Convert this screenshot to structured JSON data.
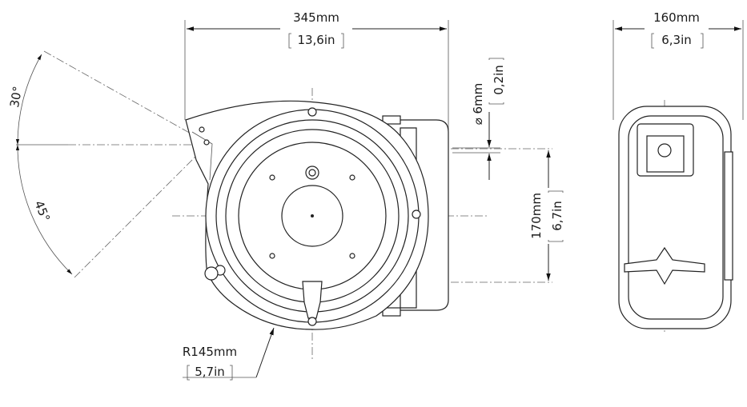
{
  "dimensions": {
    "width": {
      "mm": "345mm",
      "in": "13,6in"
    },
    "depth": {
      "mm": "160mm",
      "in": "6,3in"
    },
    "hose_diameter": {
      "mm": "⌀ 6mm",
      "in": "0,2in"
    },
    "height": {
      "mm": "170mm",
      "in": "6,7in"
    },
    "angle_up": "30°",
    "angle_down": "45°",
    "radius": {
      "mm": "R145mm",
      "in": "5,7in"
    }
  }
}
